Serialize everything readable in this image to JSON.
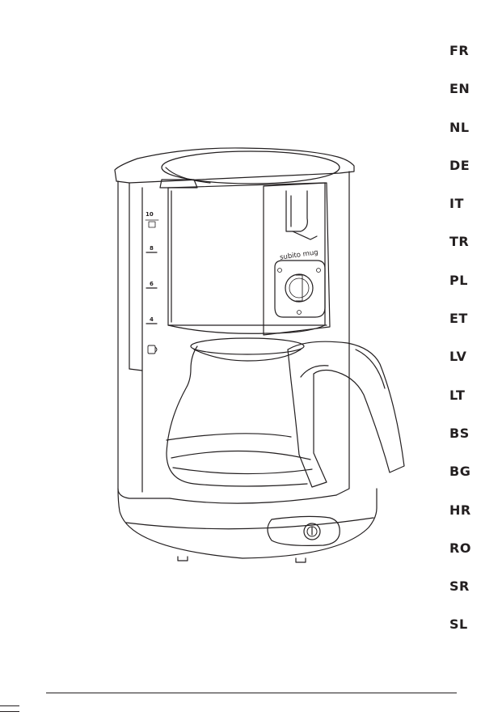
{
  "product_model_label": "subito mug",
  "water_levels": [
    "10",
    "8",
    "6",
    "4"
  ],
  "languages": [
    "FR",
    "EN",
    "NL",
    "DE",
    "IT",
    "TR",
    "PL",
    "ET",
    "LV",
    "LT",
    "BS",
    "BG",
    "HR",
    "RO",
    "SR",
    "SL"
  ],
  "illustration": {
    "subject": "drip coffee maker with glass carafe",
    "icon": "power-button-icon"
  }
}
